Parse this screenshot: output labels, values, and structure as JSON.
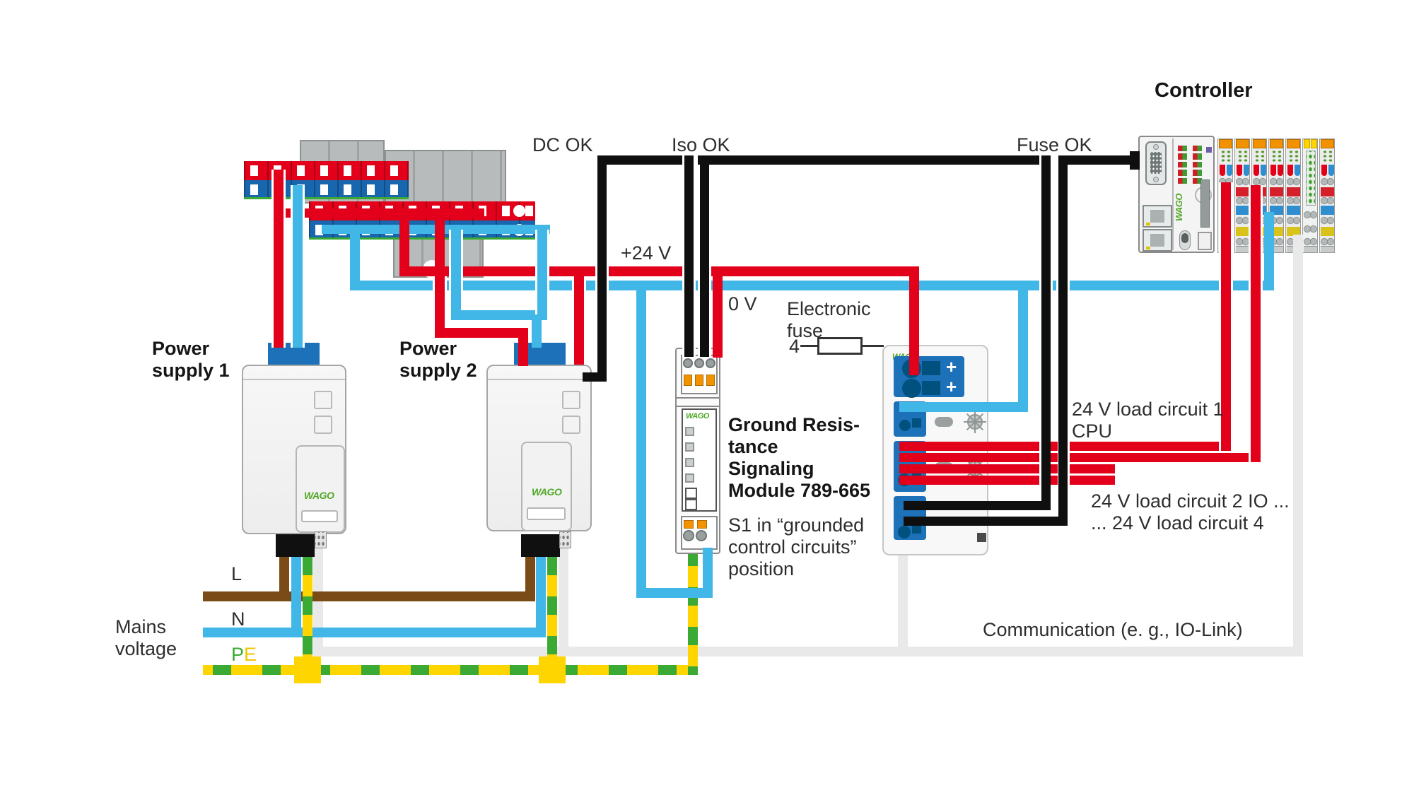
{
  "colors": {
    "wire_red": "#e2001a",
    "wire_light_blue": "#41b7e7",
    "connector_navy": "#1d71b8",
    "terminal_dark_navy": "#00517d",
    "wire_black": "#0f0f0f",
    "wire_brown": "#7a4b16",
    "pe_yellow": "#ffd500",
    "pe_green": "#3aaa35",
    "communication_gray": "#e9e9e9",
    "wago_green": "#51a826",
    "module_cap_orange": "#f29200"
  },
  "labels": {
    "dc_ok": "DC OK",
    "iso_ok": "Iso OK",
    "fuse_ok": "Fuse OK",
    "controller": "Controller",
    "plus_24v": "+24 V",
    "zero_v": "0 V",
    "electronic_fuse_line1": "Electronic",
    "electronic_fuse_line2": "fuse",
    "electronic_fuse_count": "4",
    "power_supply_1_line1": "Power",
    "power_supply_1_line2": "supply 1",
    "power_supply_2_line1": "Power",
    "power_supply_2_line2": "supply 2",
    "ground_module_line1": "Ground Resis-",
    "ground_module_line2": "tance",
    "ground_module_line3": "Signaling",
    "ground_module_line4": "Module 789-665",
    "s1_line1": "S1 in “grounded",
    "s1_line2": "control circuits”",
    "s1_line3": "position",
    "load_circuit_1_line1": "24 V load circuit 1",
    "load_circuit_1_line2": "CPU",
    "load_circuit_2_line1": "24 V load circuit 2 IO ...",
    "load_circuit_2_line2": "... 24 V load circuit 4",
    "communication": "Communication (e. g., IO-Link)",
    "mains_line1": "Mains",
    "mains_line2": "voltage",
    "line_l": "L",
    "line_n": "N",
    "pe_p": "P",
    "pe_e": "E",
    "wago": "WAGO"
  }
}
